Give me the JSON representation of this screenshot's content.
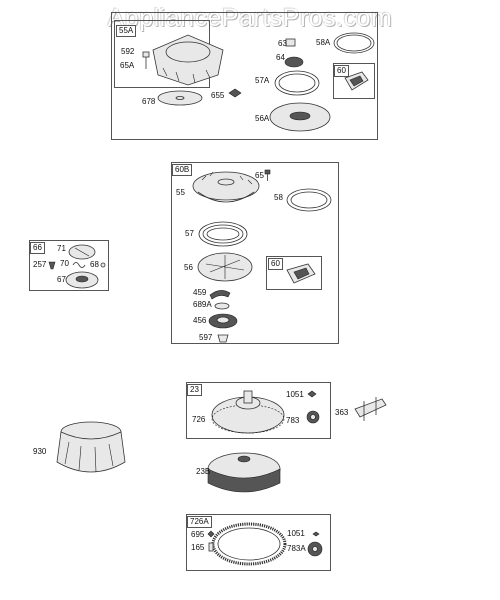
{
  "watermark": "AppliancePartsPros.com",
  "groups": {
    "g1": {
      "tag_outer": "",
      "tag_inner": "55A"
    },
    "g2": {
      "tag": "60B",
      "sub_tag": "60"
    },
    "g3": {
      "tag": "66"
    },
    "g4": {
      "tag": "23"
    },
    "g5": {
      "tag": "726A"
    },
    "g1_sub": {
      "tag": "60"
    }
  },
  "labels": {
    "l592": "592",
    "l65a": "65A",
    "l678": "678",
    "l655": "655",
    "l63": "63",
    "l64": "64",
    "l58a": "58A",
    "l57a": "57A",
    "l56a": "56A",
    "l55": "55",
    "l65": "65",
    "l58": "58",
    "l57": "57",
    "l56": "56",
    "l459": "459",
    "l689a": "689A",
    "l456": "456",
    "l597": "597",
    "l71": "71",
    "l257": "257",
    "l70": "70",
    "l68": "68",
    "l67": "67",
    "l1051a": "1051",
    "l726": "726",
    "l783": "783",
    "l363": "363",
    "l930": "930",
    "l23b": "23B",
    "l695": "695",
    "l165": "165",
    "l1051b": "1051",
    "l783a": "783A"
  }
}
